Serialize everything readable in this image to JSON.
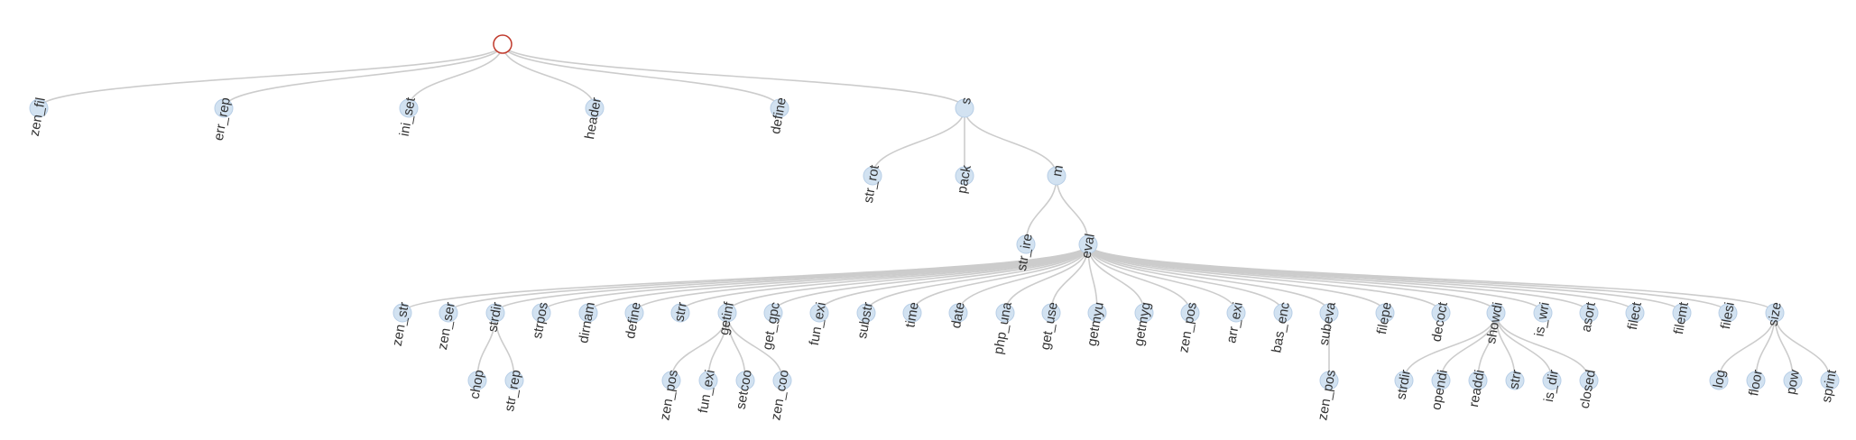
{
  "tree": {
    "id": "root",
    "label": "",
    "children": [
      {
        "id": "zen_fil",
        "label": "zen_fil"
      },
      {
        "id": "err_rep",
        "label": "err_rep"
      },
      {
        "id": "ini_set",
        "label": "ini_set"
      },
      {
        "id": "header",
        "label": "header"
      },
      {
        "id": "define",
        "label": "define"
      },
      {
        "id": "s",
        "label": "s",
        "children": [
          {
            "id": "str_rot",
            "label": "str_rot"
          },
          {
            "id": "pack",
            "label": "pack"
          },
          {
            "id": "m",
            "label": "m",
            "children": [
              {
                "id": "str_ire",
                "label": "str_ire"
              },
              {
                "id": "eval",
                "label": "eval",
                "children": [
                  {
                    "id": "zen_str",
                    "label": "zen_str"
                  },
                  {
                    "id": "zen_ser",
                    "label": "zen_ser"
                  },
                  {
                    "id": "strdir",
                    "label": "strdir",
                    "children": [
                      {
                        "id": "chop",
                        "label": "chop"
                      },
                      {
                        "id": "str_rep",
                        "label": "str_rep"
                      }
                    ]
                  },
                  {
                    "id": "strpos",
                    "label": "strpos"
                  },
                  {
                    "id": "dirnam",
                    "label": "dirnam"
                  },
                  {
                    "id": "define2",
                    "label": "define"
                  },
                  {
                    "id": "strr",
                    "label": "strr"
                  },
                  {
                    "id": "getinf",
                    "label": "getinf",
                    "children": [
                      {
                        "id": "zen_pos",
                        "label": "zen_pos"
                      },
                      {
                        "id": "fun_exi2",
                        "label": "fun_exi"
                      },
                      {
                        "id": "setcoo",
                        "label": "setcoo"
                      },
                      {
                        "id": "zen_coo",
                        "label": "zen_coo"
                      }
                    ]
                  },
                  {
                    "id": "get_gpc",
                    "label": "get_gpc"
                  },
                  {
                    "id": "fun_exi",
                    "label": "fun_exi"
                  },
                  {
                    "id": "substr",
                    "label": "substr"
                  },
                  {
                    "id": "time",
                    "label": "time"
                  },
                  {
                    "id": "date",
                    "label": "date"
                  },
                  {
                    "id": "php_una",
                    "label": "php_una"
                  },
                  {
                    "id": "get_use",
                    "label": "get_use"
                  },
                  {
                    "id": "getmyu",
                    "label": "getmyu"
                  },
                  {
                    "id": "getmyg",
                    "label": "getmyg"
                  },
                  {
                    "id": "zen_pos2",
                    "label": "zen_pos"
                  },
                  {
                    "id": "arr_exi",
                    "label": "arr_exi"
                  },
                  {
                    "id": "bas_enc",
                    "label": "bas_enc"
                  },
                  {
                    "id": "subeva",
                    "label": "subeva",
                    "children": [
                      {
                        "id": "zen_pos3",
                        "label": "zen_pos"
                      }
                    ]
                  },
                  {
                    "id": "filepe",
                    "label": "filepe"
                  },
                  {
                    "id": "decoct",
                    "label": "decoct"
                  },
                  {
                    "id": "showdi",
                    "label": "showdi",
                    "children": [
                      {
                        "id": "strdir2",
                        "label": "strdir"
                      },
                      {
                        "id": "opendi",
                        "label": "opendi"
                      },
                      {
                        "id": "readdi",
                        "label": "readdi"
                      },
                      {
                        "id": "strr2",
                        "label": "strr"
                      },
                      {
                        "id": "is_dir",
                        "label": "is_dir"
                      },
                      {
                        "id": "closed",
                        "label": "closed"
                      }
                    ]
                  },
                  {
                    "id": "is_wri",
                    "label": "is_wri"
                  },
                  {
                    "id": "asort",
                    "label": "asort"
                  },
                  {
                    "id": "filect",
                    "label": "filect"
                  },
                  {
                    "id": "filemt",
                    "label": "filemt"
                  },
                  {
                    "id": "filesi",
                    "label": "filesi"
                  },
                  {
                    "id": "size",
                    "label": "size",
                    "children": [
                      {
                        "id": "log",
                        "label": "log"
                      },
                      {
                        "id": "floor",
                        "label": "floor"
                      },
                      {
                        "id": "pow",
                        "label": "pow"
                      },
                      {
                        "id": "sprint",
                        "label": "sprint"
                      }
                    ]
                  }
                ]
              }
            ]
          }
        ]
      }
    ]
  },
  "colors": {
    "link": "#cccccc",
    "node_fill": "#d2e2f1",
    "node_stroke": "#b7cee6",
    "root_stroke": "#c0392b",
    "label": "#333333"
  }
}
